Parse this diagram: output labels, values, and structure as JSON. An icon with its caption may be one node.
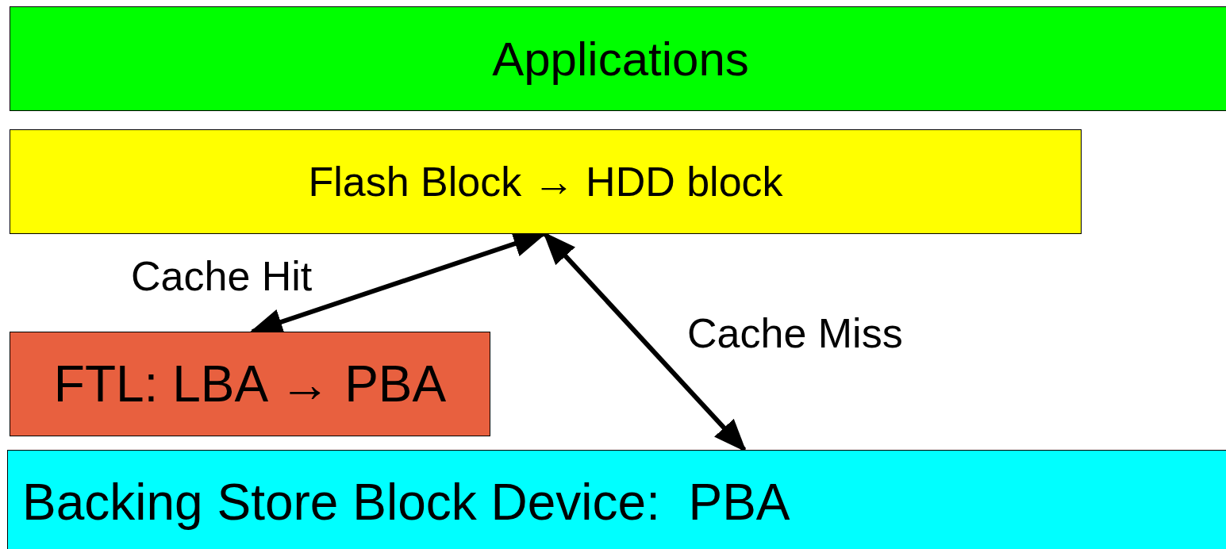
{
  "diagram": {
    "nodes": [
      {
        "text": [
          "Applications"
        ]
      },
      {
        "text": [
          "Flash Block → HDD block"
        ]
      },
      {
        "text": [
          "FTL: LBA → PBA"
        ]
      },
      {
        "text": [
          "Backing Store Block Device:  PBA"
        ]
      }
    ],
    "edges": [
      {
        "from": 1,
        "to": 2,
        "arrow": "both",
        "label": "Cache Hit"
      },
      {
        "from": 1,
        "to": 3,
        "arrow": "both",
        "label": "Cache Miss"
      }
    ]
  }
}
